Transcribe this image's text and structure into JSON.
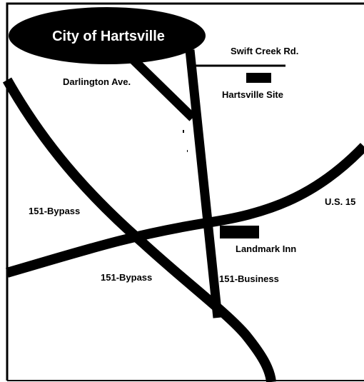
{
  "map": {
    "title": "City of Hartsville",
    "roads": {
      "swift_creek": "Swift Creek Rd.",
      "darlington": "Darlington Ave.",
      "bypass_upper": "151-Bypass",
      "bypass_lower": "151-Bypass",
      "business": "151-Business",
      "us15": "U.S. 15"
    },
    "places": {
      "hartsville_site": "Hartsville Site",
      "landmark_inn": "Landmark Inn"
    }
  },
  "colors": {
    "ink": "#000000",
    "paper": "#ffffff"
  }
}
